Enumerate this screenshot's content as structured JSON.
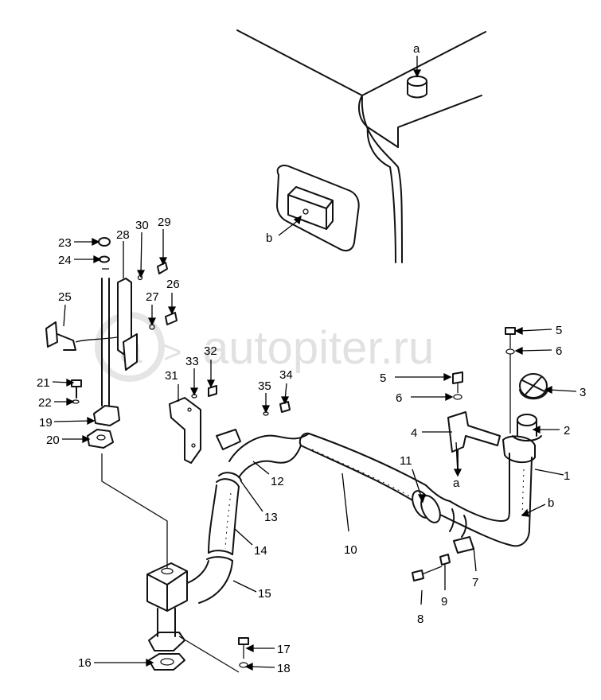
{
  "watermark": "autopiter.ru",
  "callouts": [
    {
      "id": "c-a-top",
      "text": "a"
    },
    {
      "id": "c-b-top",
      "text": "b"
    },
    {
      "id": "c-1",
      "text": "1"
    },
    {
      "id": "c-2",
      "text": "2"
    },
    {
      "id": "c-3",
      "text": "3"
    },
    {
      "id": "c-4",
      "text": "4"
    },
    {
      "id": "c-a-mid",
      "text": "a"
    },
    {
      "id": "c-5a",
      "text": "5"
    },
    {
      "id": "c-6a",
      "text": "6"
    },
    {
      "id": "c-5b",
      "text": "5"
    },
    {
      "id": "c-6b",
      "text": "6"
    },
    {
      "id": "c-7",
      "text": "7"
    },
    {
      "id": "c-8",
      "text": "8"
    },
    {
      "id": "c-9",
      "text": "9"
    },
    {
      "id": "c-10",
      "text": "10"
    },
    {
      "id": "c-11",
      "text": "11"
    },
    {
      "id": "c-b-mid",
      "text": "b"
    },
    {
      "id": "c-12",
      "text": "12"
    },
    {
      "id": "c-13",
      "text": "13"
    },
    {
      "id": "c-14",
      "text": "14"
    },
    {
      "id": "c-15",
      "text": "15"
    },
    {
      "id": "c-16",
      "text": "16"
    },
    {
      "id": "c-17",
      "text": "17"
    },
    {
      "id": "c-18",
      "text": "18"
    },
    {
      "id": "c-19",
      "text": "19"
    },
    {
      "id": "c-20",
      "text": "20"
    },
    {
      "id": "c-21",
      "text": "21"
    },
    {
      "id": "c-22",
      "text": "22"
    },
    {
      "id": "c-23",
      "text": "23"
    },
    {
      "id": "c-24",
      "text": "24"
    },
    {
      "id": "c-25",
      "text": "25"
    },
    {
      "id": "c-26",
      "text": "26"
    },
    {
      "id": "c-27",
      "text": "27"
    },
    {
      "id": "c-28",
      "text": "28"
    },
    {
      "id": "c-29",
      "text": "29"
    },
    {
      "id": "c-30",
      "text": "30"
    },
    {
      "id": "c-31",
      "text": "31"
    },
    {
      "id": "c-32",
      "text": "32"
    },
    {
      "id": "c-33",
      "text": "33"
    },
    {
      "id": "c-34",
      "text": "34"
    },
    {
      "id": "c-35",
      "text": "35"
    }
  ]
}
